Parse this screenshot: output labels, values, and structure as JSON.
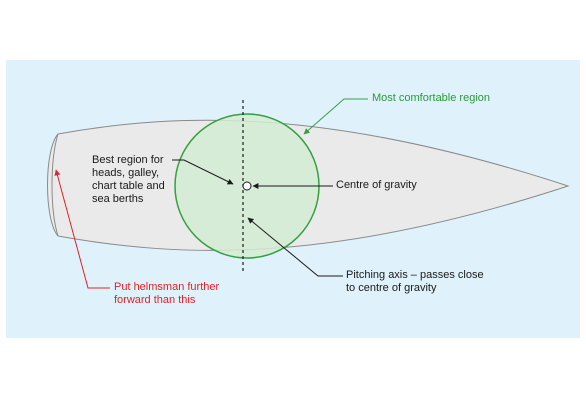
{
  "colors": {
    "background_panel": "#dff1fb",
    "hull_fill": "#eaeaea",
    "hull_stroke": "#8a8a8a",
    "comfort_fill": "#d4ecd2",
    "comfort_stroke": "#34a043",
    "leader_line": "#1a1a1a",
    "dashed_axis": "#1a1a1a",
    "green_text": "#2a9a3a",
    "red_text": "#e0222a"
  },
  "labels": {
    "most_comfortable_region": "Most comfortable region",
    "best_region": "Best region for\nheads, galley,\nchart table and\nsea berths",
    "centre_of_gravity": "Centre of gravity",
    "pitching_axis": "Pitching axis – passes close\nto centre of gravity",
    "helmsman": "Put helmsman further\nforward than this"
  }
}
